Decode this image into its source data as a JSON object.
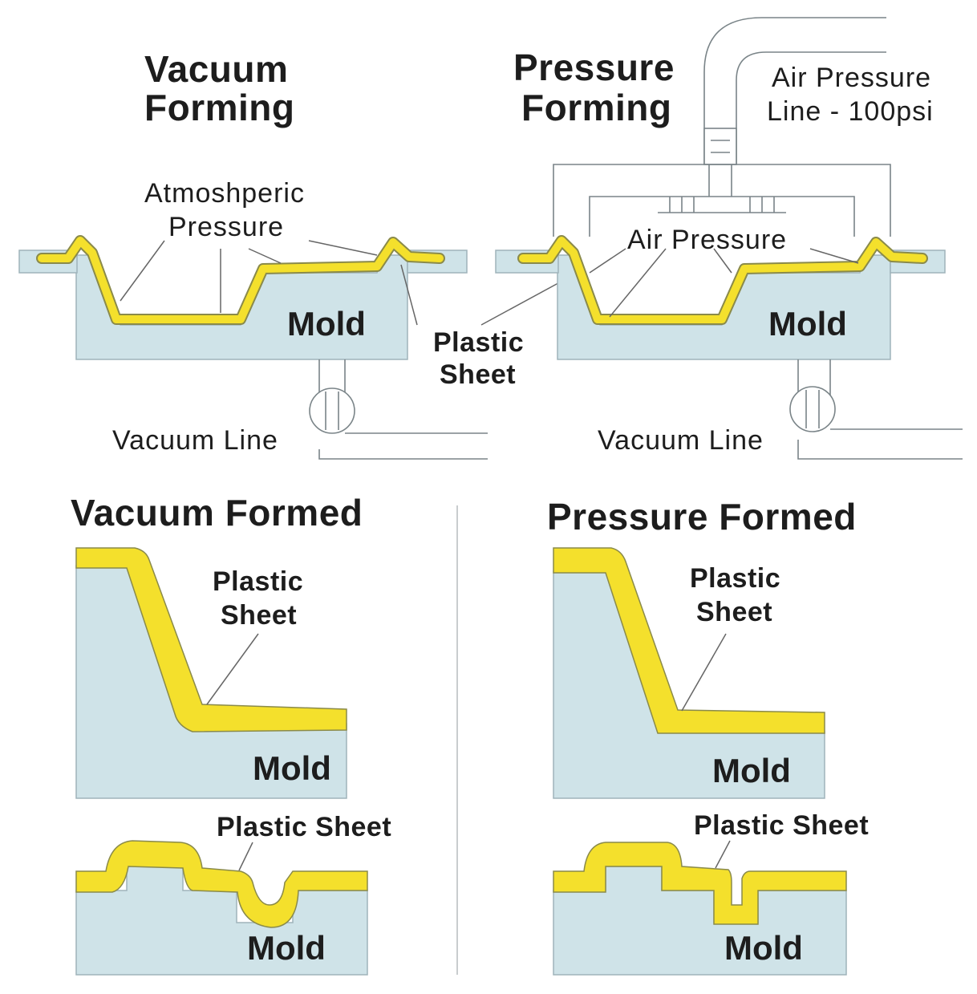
{
  "top_left": {
    "title_line1": "Vacuum",
    "title_line2": "Forming",
    "atmospheric_line1": "Atmoshperic",
    "atmospheric_line2": "Pressure",
    "mold": "Mold",
    "vacuum_line": "Vacuum Line"
  },
  "center": {
    "plastic_line1": "Plastic",
    "plastic_line2": "Sheet"
  },
  "top_right": {
    "title_line1": "Pressure",
    "title_line2": "Forming",
    "air_line1": "Air Pressure",
    "air_line2": "Line - 100psi",
    "air_pressure": "Air Pressure",
    "mold": "Mold",
    "vacuum_line": "Vacuum Line"
  },
  "bottom_left": {
    "title": "Vacuum Formed",
    "plastic_line1": "Plastic",
    "plastic_line2": "Sheet",
    "mold_upper": "Mold",
    "plastic_sheet": "Plastic Sheet",
    "mold_lower": "Mold"
  },
  "bottom_right": {
    "title": "Pressure Formed",
    "plastic_line1": "Plastic",
    "plastic_line2": "Sheet",
    "mold_upper": "Mold",
    "plastic_sheet": "Plastic Sheet",
    "mold_lower": "Mold"
  },
  "colors": {
    "mold": "#cfe3e8",
    "plastic": "#f4e02c"
  }
}
